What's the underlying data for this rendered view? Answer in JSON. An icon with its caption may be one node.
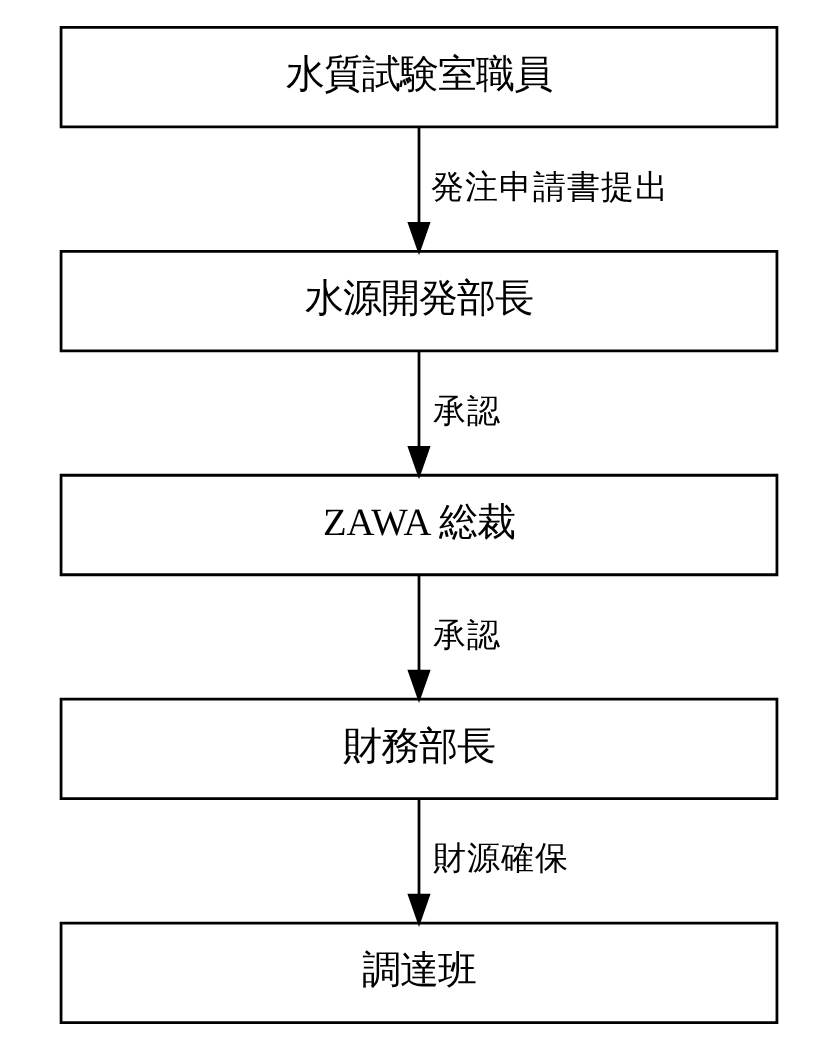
{
  "diagram": {
    "nodes": [
      {
        "text": [
          "水質試験室職員"
        ]
      },
      {
        "text": [
          "水源開発部長"
        ]
      },
      {
        "text": [
          "ZAWA 総裁"
        ]
      },
      {
        "text": [
          "財務部長"
        ]
      },
      {
        "text": [
          "調達班"
        ]
      }
    ],
    "edges": [
      {
        "from": 0,
        "to": 1,
        "arrow": "to",
        "label": "発注申請書提出"
      },
      {
        "from": 1,
        "to": 2,
        "arrow": "to",
        "label": "承認"
      },
      {
        "from": 2,
        "to": 3,
        "arrow": "to",
        "label": "承認"
      },
      {
        "from": 3,
        "to": 4,
        "arrow": "to",
        "label": "財源確保"
      }
    ]
  }
}
